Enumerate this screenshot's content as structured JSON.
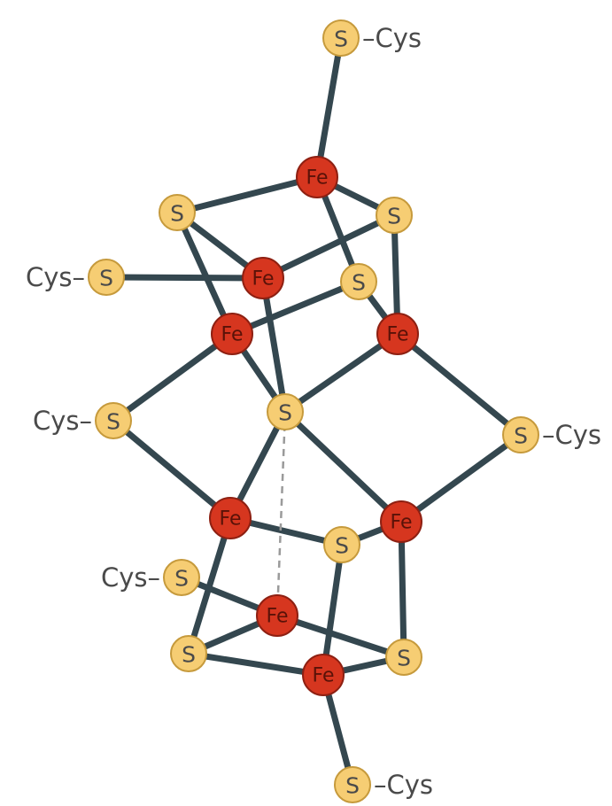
{
  "colors": {
    "bond": "#34474f",
    "sulfur_fill": "#f6cd73",
    "sulfur_stroke": "#c69a3c",
    "iron_fill": "#d6361f",
    "iron_stroke": "#8e2012",
    "iron_text": "#5a1208",
    "text": "#4a4a4a",
    "dashed": "#9a9a9a"
  },
  "atoms": [
    {
      "id": "s_top",
      "element": "S",
      "label": "S"
    },
    {
      "id": "fe_top",
      "element": "Fe",
      "label": "Fe"
    },
    {
      "id": "s_ul",
      "element": "S",
      "label": "S"
    },
    {
      "id": "s_ur",
      "element": "S",
      "label": "S"
    },
    {
      "id": "fe_um",
      "element": "Fe",
      "label": "Fe"
    },
    {
      "id": "s_um",
      "element": "S",
      "label": "S"
    },
    {
      "id": "s_cys_l1",
      "element": "S",
      "label": "S"
    },
    {
      "id": "fe_ml",
      "element": "Fe",
      "label": "Fe"
    },
    {
      "id": "fe_mr",
      "element": "Fe",
      "label": "Fe"
    },
    {
      "id": "s_center",
      "element": "S",
      "label": "S"
    },
    {
      "id": "s_cys_l2",
      "element": "S",
      "label": "S"
    },
    {
      "id": "s_cys_r",
      "element": "S",
      "label": "S"
    },
    {
      "id": "fe_ll",
      "element": "Fe",
      "label": "Fe"
    },
    {
      "id": "fe_lr",
      "element": "Fe",
      "label": "Fe"
    },
    {
      "id": "s_lm",
      "element": "S",
      "label": "S"
    },
    {
      "id": "s_cys_l3",
      "element": "S",
      "label": "S"
    },
    {
      "id": "fe_bm",
      "element": "Fe",
      "label": "Fe"
    },
    {
      "id": "s_bl",
      "element": "S",
      "label": "S"
    },
    {
      "id": "s_br",
      "element": "S",
      "label": "S"
    },
    {
      "id": "fe_bot",
      "element": "Fe",
      "label": "Fe"
    },
    {
      "id": "s_bot",
      "element": "S",
      "label": "S"
    }
  ],
  "bonds": [
    [
      "s_top",
      "fe_top"
    ],
    [
      "fe_top",
      "s_ul"
    ],
    [
      "fe_top",
      "s_ur"
    ],
    [
      "fe_top",
      "s_um"
    ],
    [
      "s_ul",
      "fe_um"
    ],
    [
      "s_ul",
      "fe_ml"
    ],
    [
      "s_ur",
      "fe_um"
    ],
    [
      "s_ur",
      "fe_mr"
    ],
    [
      "s_um",
      "fe_ml"
    ],
    [
      "s_um",
      "fe_mr"
    ],
    [
      "s_cys_l1",
      "fe_um"
    ],
    [
      "fe_um",
      "s_center"
    ],
    [
      "fe_ml",
      "s_cys_l2"
    ],
    [
      "fe_ml",
      "s_center"
    ],
    [
      "fe_mr",
      "s_center"
    ],
    [
      "fe_mr",
      "s_cys_r"
    ],
    [
      "s_cys_l2",
      "fe_ll"
    ],
    [
      "s_center",
      "fe_ll"
    ],
    [
      "s_center",
      "fe_lr"
    ],
    [
      "s_cys_r",
      "fe_lr"
    ],
    [
      "fe_ll",
      "s_lm"
    ],
    [
      "fe_ll",
      "s_bl"
    ],
    [
      "fe_lr",
      "s_lm"
    ],
    [
      "fe_lr",
      "s_br"
    ],
    [
      "s_lm",
      "fe_bot"
    ],
    [
      "s_cys_l3",
      "fe_bm"
    ],
    [
      "fe_bm",
      "s_bl"
    ],
    [
      "fe_bm",
      "s_br"
    ],
    [
      "s_bl",
      "fe_bot"
    ],
    [
      "s_br",
      "fe_bot"
    ],
    [
      "fe_bot",
      "s_bot"
    ]
  ],
  "dashed_bonds": [
    [
      "s_center",
      "fe_bm"
    ]
  ],
  "cys_labels": [
    {
      "atom": "s_top",
      "text": "–Cys",
      "side": "right"
    },
    {
      "atom": "s_cys_l1",
      "text": "Cys–",
      "side": "left"
    },
    {
      "atom": "s_cys_l2",
      "text": "Cys–",
      "side": "left"
    },
    {
      "atom": "s_cys_r",
      "text": "–Cys",
      "side": "right"
    },
    {
      "atom": "s_cys_l3",
      "text": "Cys–",
      "side": "left"
    },
    {
      "atom": "s_bot",
      "text": "–Cys",
      "side": "right"
    }
  ]
}
